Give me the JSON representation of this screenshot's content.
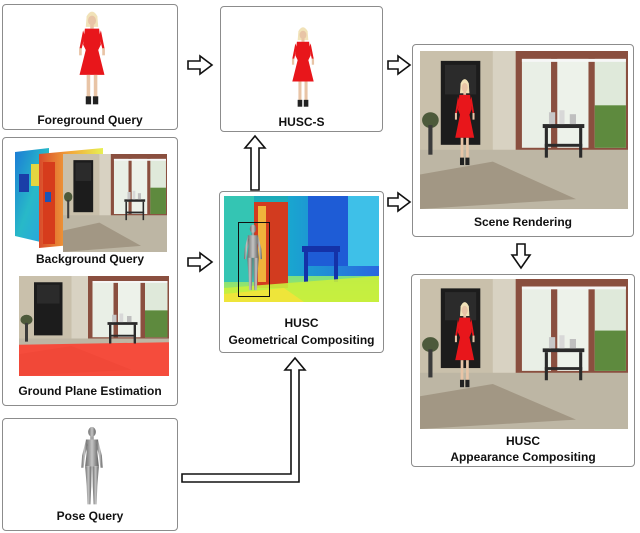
{
  "panels": {
    "foreground_query": {
      "label": "Foreground Query"
    },
    "background_query": {
      "label": "Background Query"
    },
    "ground_plane": {
      "label": "Ground Plane Estimation"
    },
    "pose_query": {
      "label": "Pose Query"
    },
    "husc_s": {
      "label": "HUSC-S"
    },
    "geometrical": {
      "line1": "HUSC",
      "line2": "Geometrical Compositing"
    },
    "scene_rendering": {
      "label": "Scene Rendering"
    },
    "appearance": {
      "line1": "HUSC",
      "line2": "Appearance Compositing"
    }
  },
  "colors": {
    "dress": "#e8161b",
    "skin": "#e8c4a6",
    "box_border": "#8c8c8c",
    "ground_overlay": "#ff3a2a"
  }
}
